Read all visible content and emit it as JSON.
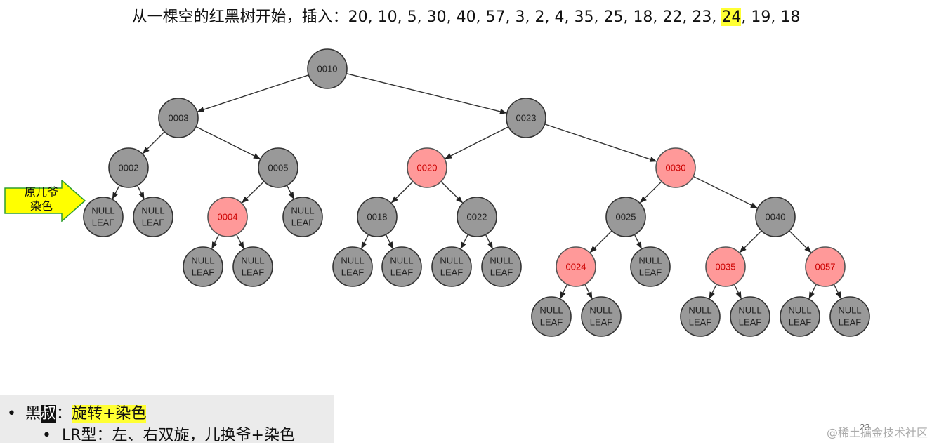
{
  "title": {
    "prefix": "从一棵空的红黑树开始，插入：",
    "before": "20, 10, 5, 30, 40, 57, 3, 2, 4, 35, 25, 18, 22, 23, ",
    "highlight": "24",
    "after": ", 19, 18"
  },
  "arrow": {
    "line1": "原儿爷",
    "line2": "染色"
  },
  "colors": {
    "black_node": "#999999",
    "red_node": "#ff9999",
    "red_text": "#cc0000",
    "highlight": "#ffff33"
  },
  "tree": {
    "null_line1": "NULL",
    "null_line2": "LEAF",
    "nodes": [
      {
        "id": "n10",
        "label": "0010",
        "color": "black"
      },
      {
        "id": "n3",
        "label": "0003",
        "color": "black",
        "parent": "n10"
      },
      {
        "id": "n23",
        "label": "0023",
        "color": "black",
        "parent": "n10"
      },
      {
        "id": "n2",
        "label": "0002",
        "color": "black",
        "parent": "n3"
      },
      {
        "id": "n5",
        "label": "0005",
        "color": "black",
        "parent": "n3"
      },
      {
        "id": "n20",
        "label": "0020",
        "color": "red",
        "parent": "n23"
      },
      {
        "id": "n30",
        "label": "0030",
        "color": "red",
        "parent": "n23"
      },
      {
        "id": "l1",
        "label": "null",
        "color": "black",
        "parent": "n2"
      },
      {
        "id": "l2",
        "label": "null",
        "color": "black",
        "parent": "n2"
      },
      {
        "id": "n4",
        "label": "0004",
        "color": "red",
        "parent": "n5"
      },
      {
        "id": "l3",
        "label": "null",
        "color": "black",
        "parent": "n5"
      },
      {
        "id": "n18",
        "label": "0018",
        "color": "black",
        "parent": "n20"
      },
      {
        "id": "n22",
        "label": "0022",
        "color": "black",
        "parent": "n20"
      },
      {
        "id": "n25",
        "label": "0025",
        "color": "black",
        "parent": "n30"
      },
      {
        "id": "n40",
        "label": "0040",
        "color": "black",
        "parent": "n30"
      },
      {
        "id": "l4",
        "label": "null",
        "color": "black",
        "parent": "n4"
      },
      {
        "id": "l5",
        "label": "null",
        "color": "black",
        "parent": "n4"
      },
      {
        "id": "l6",
        "label": "null",
        "color": "black",
        "parent": "n18"
      },
      {
        "id": "l7",
        "label": "null",
        "color": "black",
        "parent": "n18"
      },
      {
        "id": "l8",
        "label": "null",
        "color": "black",
        "parent": "n22"
      },
      {
        "id": "l9",
        "label": "null",
        "color": "black",
        "parent": "n22"
      },
      {
        "id": "n24",
        "label": "0024",
        "color": "red",
        "parent": "n25"
      },
      {
        "id": "l10",
        "label": "null",
        "color": "black",
        "parent": "n25"
      },
      {
        "id": "n35",
        "label": "0035",
        "color": "red",
        "parent": "n40"
      },
      {
        "id": "n57",
        "label": "0057",
        "color": "red",
        "parent": "n40"
      },
      {
        "id": "l11",
        "label": "null",
        "color": "black",
        "parent": "n24"
      },
      {
        "id": "l12",
        "label": "null",
        "color": "black",
        "parent": "n24"
      },
      {
        "id": "l13",
        "label": "null",
        "color": "black",
        "parent": "n35"
      },
      {
        "id": "l14",
        "label": "null",
        "color": "black",
        "parent": "n35"
      },
      {
        "id": "l15",
        "label": "null",
        "color": "black",
        "parent": "n57"
      },
      {
        "id": "l16",
        "label": "null",
        "color": "black",
        "parent": "n57"
      }
    ]
  },
  "notes": {
    "bullet1_pre": "黑",
    "bullet1_dark": "叔",
    "bullet1_colon": "：",
    "bullet1_hl": "旋转+染色",
    "bullet2": "LR型：左、右双旋，儿换爷+染色"
  },
  "page_number": "23",
  "credit": "@稀土掘金技术社区"
}
